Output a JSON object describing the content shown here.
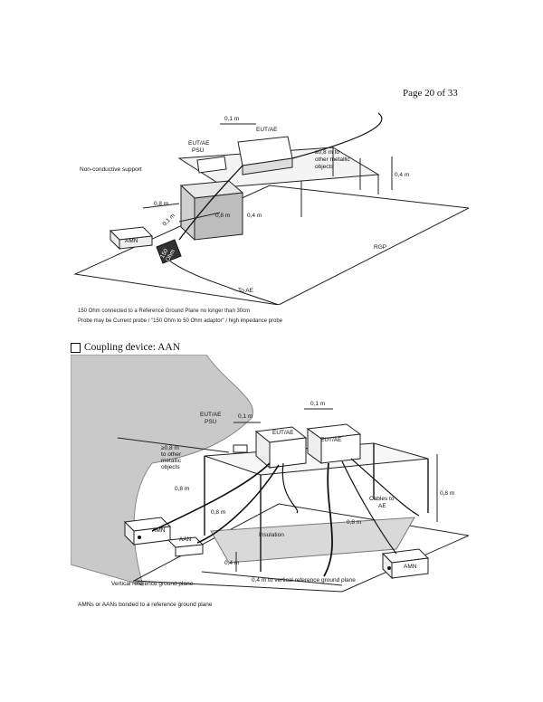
{
  "page": {
    "number": "Page 20 of 33"
  },
  "figure1": {
    "labels": {
      "eut_ae_psu": "EUT/AE\nPSU",
      "eut_ae": "EUT/AE",
      "dist_01": "0,1 m",
      "other_metallic": "≥0,8 m to\nother metallic\nobjects",
      "h_04_right": "0,4 m",
      "non_conductive": "Non-conductive support",
      "dist_08_left": "0,8 m",
      "dist_08_mid": "0,8 m",
      "h_04_mid": "0,4 m",
      "dist_01_diag": "0,1 m",
      "amn": "AMN",
      "ohm150": "150\nOhm",
      "rgp": "RGP",
      "to_ae": "To AE"
    },
    "caption_line1": "150 Ohm connected to a Reference Ground Plane no longer than 30cm",
    "caption_line2": "Probe may be Current probe / \"150 Ohm to 50 Ohm adaptor\" / high impedance probe"
  },
  "coupling": {
    "label": "Coupling device: AAN"
  },
  "figure2": {
    "labels": {
      "dist_01_top": "0,1 m",
      "eut_ae_psu": "EUT/AE\nPSU",
      "dist_01_psu": "0,1 m",
      "eut_ae_1": "EUT/AE",
      "eut_ae_2": "EUT/AE",
      "other_metallic": "≥0,8 m\nto other\nmetallic\nobjects",
      "dist_08_a": "0,8 m",
      "dist_08_b": "0,8 m",
      "dist_08_c": "0,8 m",
      "h_08_right": "0,8 m",
      "h_04": "0,4 m",
      "amn_left": "AMN",
      "aan": "AAN",
      "amn_right": "AMN",
      "insulation": "Insulation",
      "cables_to_ae": "Cables to\nAE",
      "vertical_rgp": "Vertical reference ground plane",
      "to_vertical": "0,4 m to vertical reference ground plane"
    },
    "caption": "AMNs or AANs bonded to a reference ground plane"
  }
}
